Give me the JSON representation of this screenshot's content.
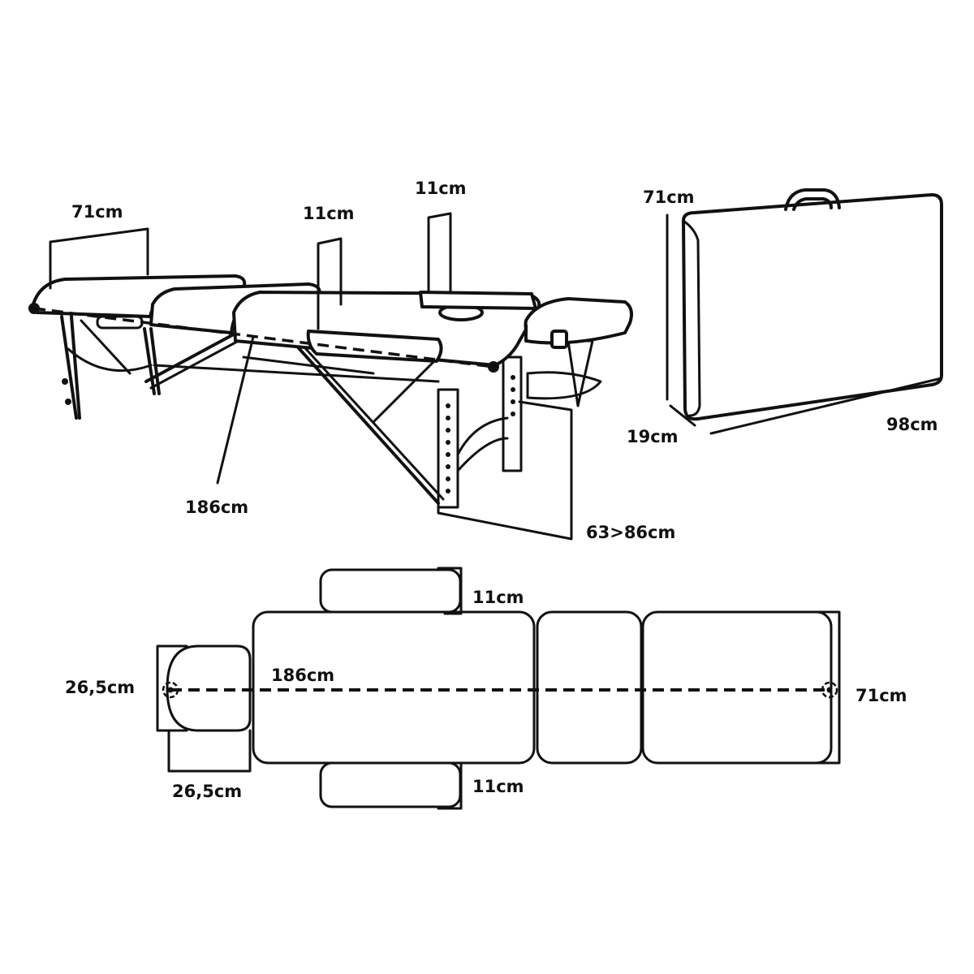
{
  "colors": {
    "ink": "#111111",
    "background": "#ffffff"
  },
  "perspective": {
    "width_top": "71cm",
    "armrest_left_width": "11cm",
    "armrest_right_width": "11cm",
    "length": "186cm",
    "height_range": "63>86cm"
  },
  "case": {
    "height": "71cm",
    "thickness": "19cm",
    "length": "98cm"
  },
  "top_view": {
    "armrest_top_width": "11cm",
    "armrest_bottom_width": "11cm",
    "headrest_height": "26,5cm",
    "headrest_width": "26,5cm",
    "length": "186cm",
    "width": "71cm"
  }
}
